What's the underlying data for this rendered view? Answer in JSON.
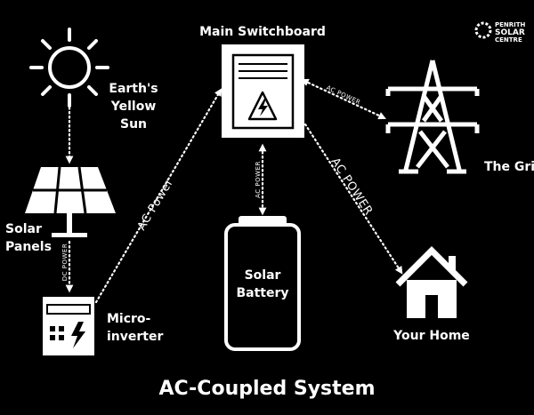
{
  "title": "AC-Coupled System",
  "brand": {
    "line1": "PENRITH",
    "line2": "SOLAR",
    "line3": "CENTRE"
  },
  "nodes": {
    "sun": {
      "line1": "Earth's",
      "line2": "Yellow",
      "line3": "Sun",
      "icon": "sun-icon"
    },
    "panels": {
      "line1": "Solar",
      "line2": "Panels",
      "icon": "solar-panel-icon"
    },
    "microinverter": {
      "line1": "Micro-",
      "line2": "inverter",
      "icon": "microinverter-icon"
    },
    "switchboard": {
      "label": "Main Switchboard",
      "icon": "switchboard-icon"
    },
    "battery": {
      "line1": "Solar",
      "line2": "Battery",
      "icon": "battery-icon"
    },
    "grid": {
      "label": "The Grid",
      "icon": "pylon-icon"
    },
    "home": {
      "label": "Your Home",
      "icon": "house-icon"
    }
  },
  "links": {
    "panel_to_inverter": "DC POWER",
    "inverter_to_switchboard": "AC Power",
    "switchboard_to_battery": "AC POWER",
    "switchboard_to_grid": "AC POWER",
    "switchboard_to_home": "AC POWER"
  }
}
